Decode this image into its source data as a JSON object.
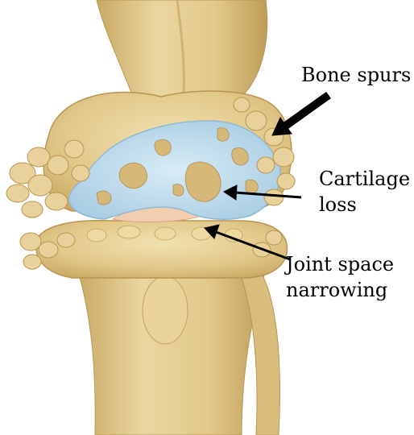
{
  "diagram": {
    "labels": {
      "bone_spurs": "Bone spurs",
      "cartilage_loss": "Cartilage\nloss",
      "joint_space_narrowing": "Joint space\nnarrowing"
    },
    "colors": {
      "bone": "#E2C98A",
      "bone_light": "#EEDCA8",
      "bone_shadow": "#C9A963",
      "cartilage": "#BFDDEE",
      "cartilage_edge": "#8FB9D4",
      "joint_space": "#F2CDB0",
      "arrow": "#000000"
    }
  }
}
